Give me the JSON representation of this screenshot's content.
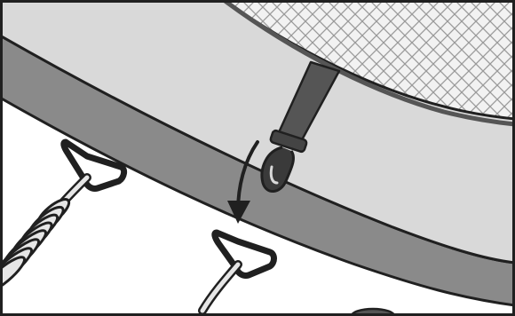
{
  "illustration": {
    "colors": {
      "background": "#ffffff",
      "border": "#202020",
      "pad_top": "#d9d9d9",
      "pad_side": "#8a8a8a",
      "mesh_fill": "#f2f2f2",
      "mesh_line": "#9a9a9a",
      "strap": "#555555",
      "hook": "#3a3a3a",
      "ring_fill": "#ffffff",
      "spring_fill": "#e6e6e6"
    },
    "icons": {
      "mesh": "trampoline-mat-mesh",
      "strap": "attachment-strap",
      "hook": "snap-hook",
      "arrow": "curved-arrow-down",
      "ring": "triangle-ring",
      "spring": "coil-spring"
    }
  }
}
